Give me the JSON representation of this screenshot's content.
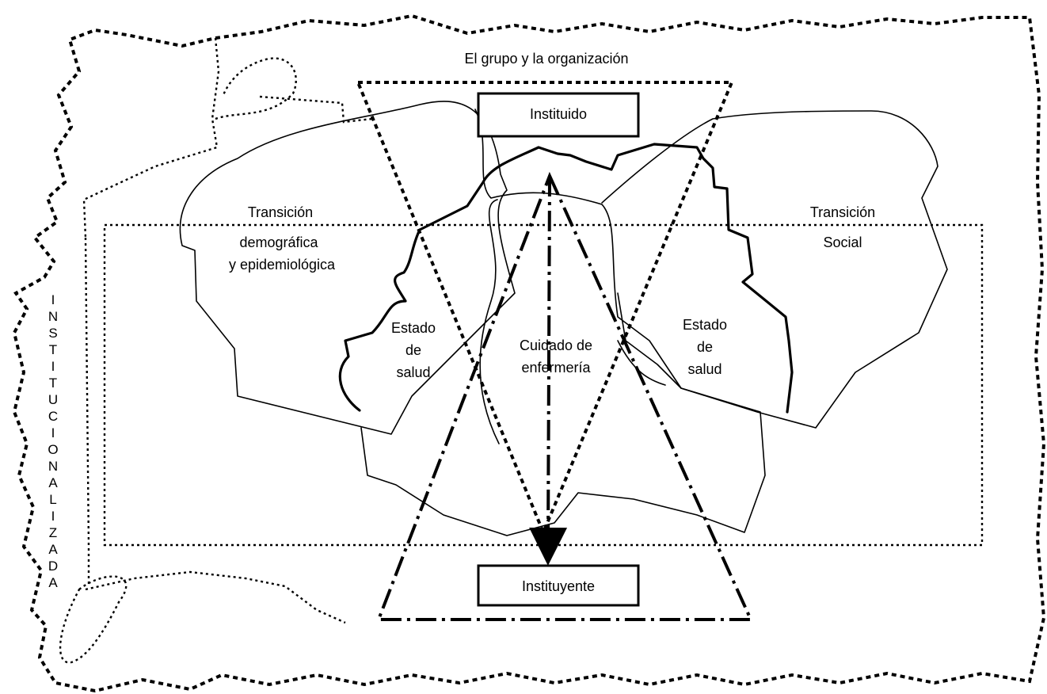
{
  "labels": {
    "outer_title": "El grupo y la organización",
    "instituido": "Instituido",
    "instituyente": "Instituyente",
    "transicion_left": "Transición",
    "demografica": "demográfica",
    "epidemiologica": "y epidemiológica",
    "transicion_right": "Transición",
    "social": "Social",
    "estado_left": [
      "Estado",
      "de",
      "salud"
    ],
    "estado_right": [
      "Estado",
      "de",
      "salud"
    ],
    "cuidado": [
      "Cuidado de",
      "enfermería"
    ],
    "vertical_letters": [
      "I",
      "N",
      "S",
      "T",
      "I",
      "T",
      "U",
      "C",
      "I",
      "O",
      "N",
      "A",
      "L",
      "I",
      "Z",
      "A",
      "D",
      "A"
    ]
  }
}
